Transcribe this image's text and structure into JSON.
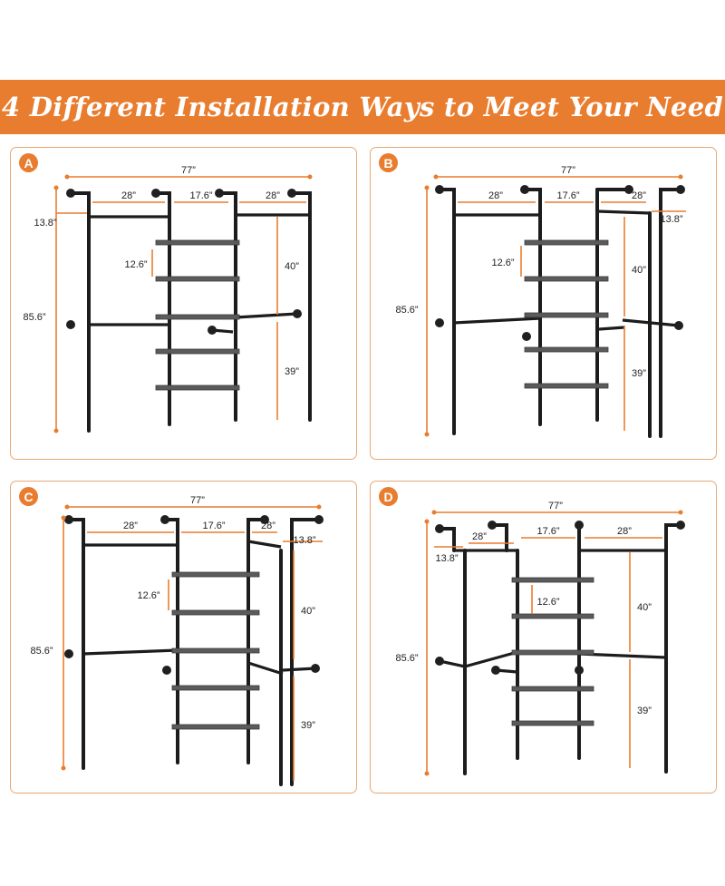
{
  "header": {
    "title": "4 Different Installation Ways to Meet Your Need"
  },
  "panels": [
    {
      "id": "A",
      "dims": {
        "total_width": "77”",
        "left_width": "28”",
        "middle_width": "17.6”",
        "right_width": "28”",
        "side_depth": "13.8”",
        "shelf_gap": "12.6”",
        "upper_height": "40”",
        "lower_height": "39”",
        "total_height": "85.6”"
      }
    },
    {
      "id": "B",
      "dims": {
        "total_width": "77”",
        "left_width": "28”",
        "middle_width": "17.6”",
        "right_width": "28”",
        "side_depth": "13.8”",
        "shelf_gap": "12.6”",
        "upper_height": "40”",
        "lower_height": "39”",
        "total_height": "85.6”"
      }
    },
    {
      "id": "C",
      "dims": {
        "total_width": "77”",
        "left_width": "28”",
        "middle_width": "17.6”",
        "right_width": "28”",
        "side_depth": "13.8”",
        "shelf_gap": "12.6”",
        "upper_height": "40”",
        "lower_height": "39”",
        "total_height": "85.6”"
      }
    },
    {
      "id": "D",
      "dims": {
        "total_width": "77”",
        "left_width": "28”",
        "middle_width": "17.6”",
        "right_width": "28”",
        "side_depth": "13.8”",
        "shelf_gap": "12.6”",
        "upper_height": "40”",
        "lower_height": "39”",
        "total_height": "85.6”"
      }
    }
  ],
  "colors": {
    "accent": "#e97d2f",
    "pipe": "#1c1c1c",
    "shelf": "#5b5b5b",
    "panel_border": "#e9a873"
  }
}
